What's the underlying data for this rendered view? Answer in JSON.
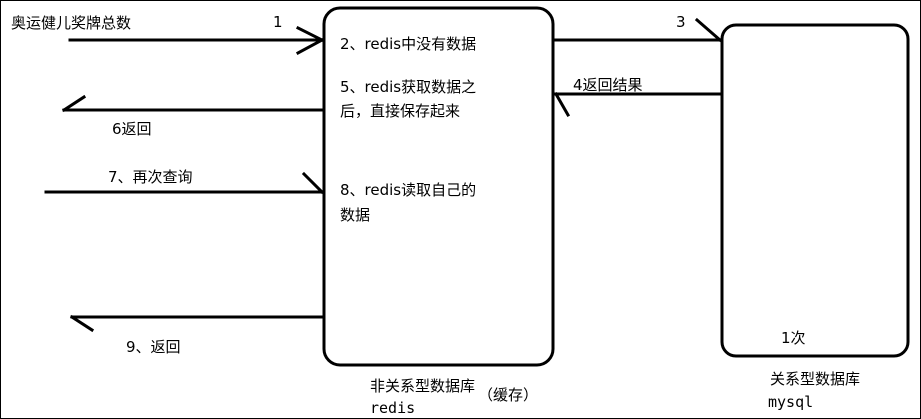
{
  "left": {
    "query_label": "奥运健儿奖牌总数",
    "step1_number": "1",
    "step6_label": "6返回",
    "step7_label": "7、再次查询",
    "step9_label": "9、返回"
  },
  "redis_box": {
    "step2_text": "2、redis中没有数据",
    "step5_line1": "5、redis获取数据之",
    "step5_line2": "后，直接保存起来",
    "step8_line1": "8、redis读取自己的",
    "step8_line2": "数据",
    "caption_line1": "非关系型数据库",
    "caption_suffix": "（缓存）",
    "caption_line2": "redis"
  },
  "mysql_box": {
    "step3_number": "3",
    "step4_label": "4返回结果",
    "count_label": "1次",
    "caption_line1": "关系型数据库",
    "caption_line2": "mysql"
  }
}
